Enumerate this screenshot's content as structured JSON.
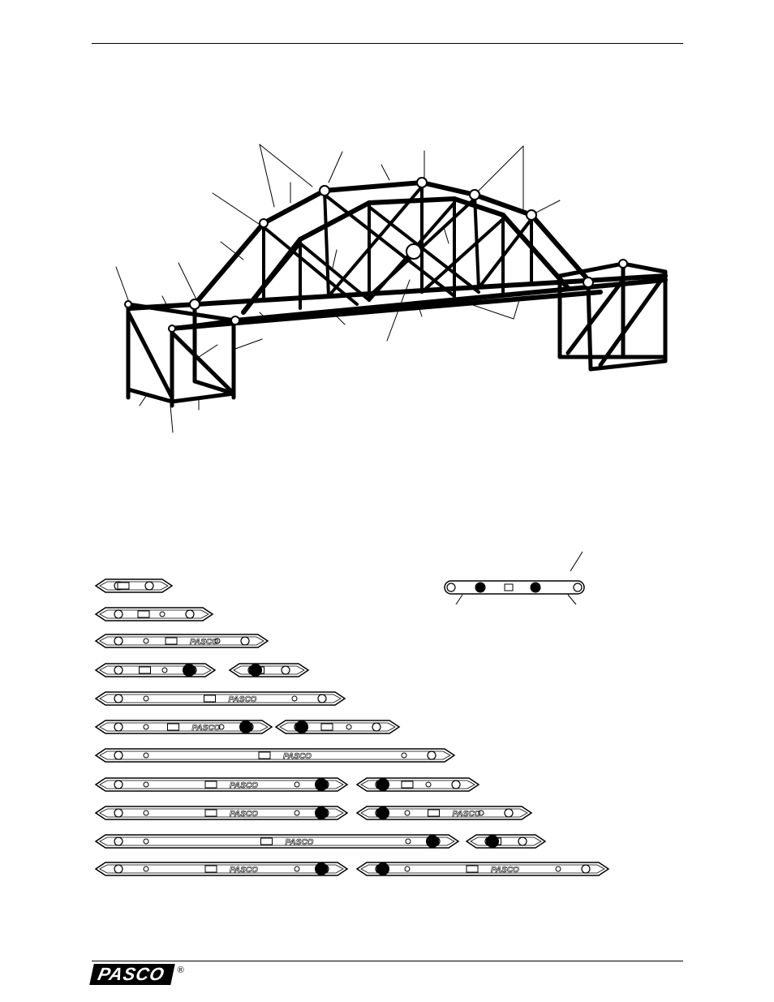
{
  "figures": {
    "bridge": {
      "description_hidden": "",
      "leader_line_count": 24
    },
    "members": {
      "row_count": 11,
      "logo_text": "PASCO"
    }
  },
  "footer": {
    "logo": "PASCO",
    "registered_mark": "®"
  }
}
